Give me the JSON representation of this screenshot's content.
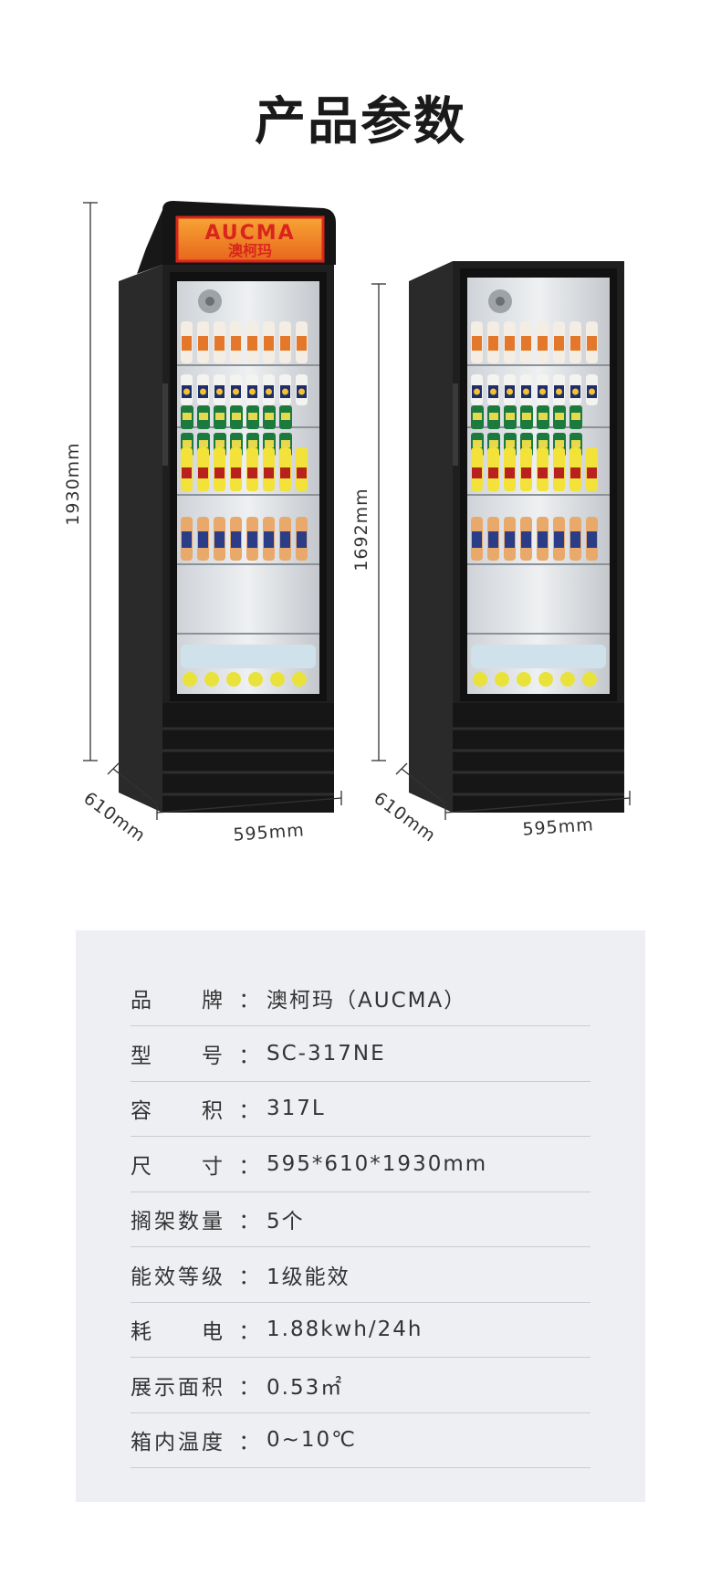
{
  "title": "产品参数",
  "fridge_logo": {
    "brand_en": "AUCMA",
    "brand_cn": "澳柯玛"
  },
  "dimensions": {
    "tall_height": "1930mm",
    "short_height": "1692mm",
    "depth": "610mm",
    "width": "595mm"
  },
  "colors": {
    "panel_bg": "#eeeff3",
    "row_border": "#c9ccd2",
    "fridge_body": "#1f1f1f",
    "logo_red": "#d9261c",
    "logo_orange": "#f59a23"
  },
  "specs": [
    {
      "label_chars": [
        "品",
        "牌"
      ],
      "value": "澳柯玛（AUCMA）"
    },
    {
      "label_chars": [
        "型",
        "号"
      ],
      "value": "SC-317NE"
    },
    {
      "label_chars": [
        "容",
        "积"
      ],
      "value": "317L"
    },
    {
      "label_chars": [
        "尺",
        "寸"
      ],
      "value": "595*610*1930mm"
    },
    {
      "label_chars": [
        "搁",
        "架",
        "数",
        "量"
      ],
      "value": "5个"
    },
    {
      "label_chars": [
        "能",
        "效",
        "等",
        "级"
      ],
      "value": "1级能效"
    },
    {
      "label_chars": [
        "耗",
        "电"
      ],
      "value": "1.88kwh/24h"
    },
    {
      "label_chars": [
        "展",
        "示",
        "面",
        "积"
      ],
      "value": "0.53㎡"
    },
    {
      "label_chars": [
        "箱",
        "内",
        "温",
        "度"
      ],
      "value": "0~10℃"
    }
  ],
  "colon": "："
}
